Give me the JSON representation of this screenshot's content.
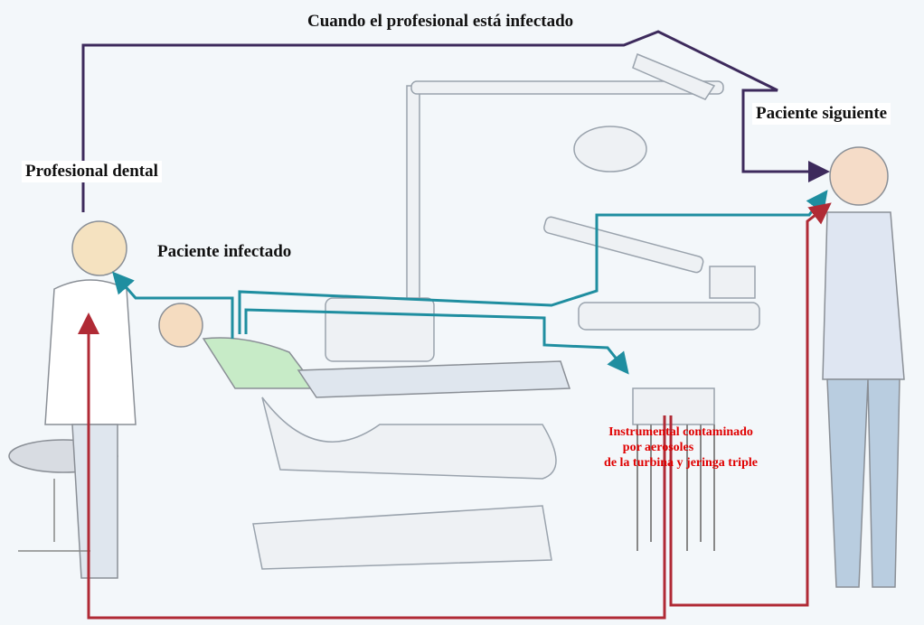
{
  "title": "Cuando el profesional está infectado",
  "labels": {
    "professional": "Profesional dental",
    "infected_patient": "Paciente infectado",
    "next_patient": "Paciente siguiente",
    "instruments_line1": "Instrumental contaminado",
    "instruments_line2": "por aerosoles",
    "instruments_line3": "de la turbina y jeringa triple"
  },
  "colors": {
    "purple_path": "#3d2a5c",
    "teal_path": "#1f8ea0",
    "red_path": "#b02a35",
    "instrument_text": "#e00000",
    "background": "#f3f7fa"
  },
  "paths": [
    {
      "name": "professional-to-next-patient",
      "color": "purple"
    },
    {
      "name": "infected-patient-to-professional",
      "color": "teal"
    },
    {
      "name": "infected-patient-to-next-patient",
      "color": "teal"
    },
    {
      "name": "infected-patient-to-instruments",
      "color": "teal"
    },
    {
      "name": "instruments-to-next-patient",
      "color": "red"
    },
    {
      "name": "instruments-to-professional",
      "color": "red"
    }
  ]
}
